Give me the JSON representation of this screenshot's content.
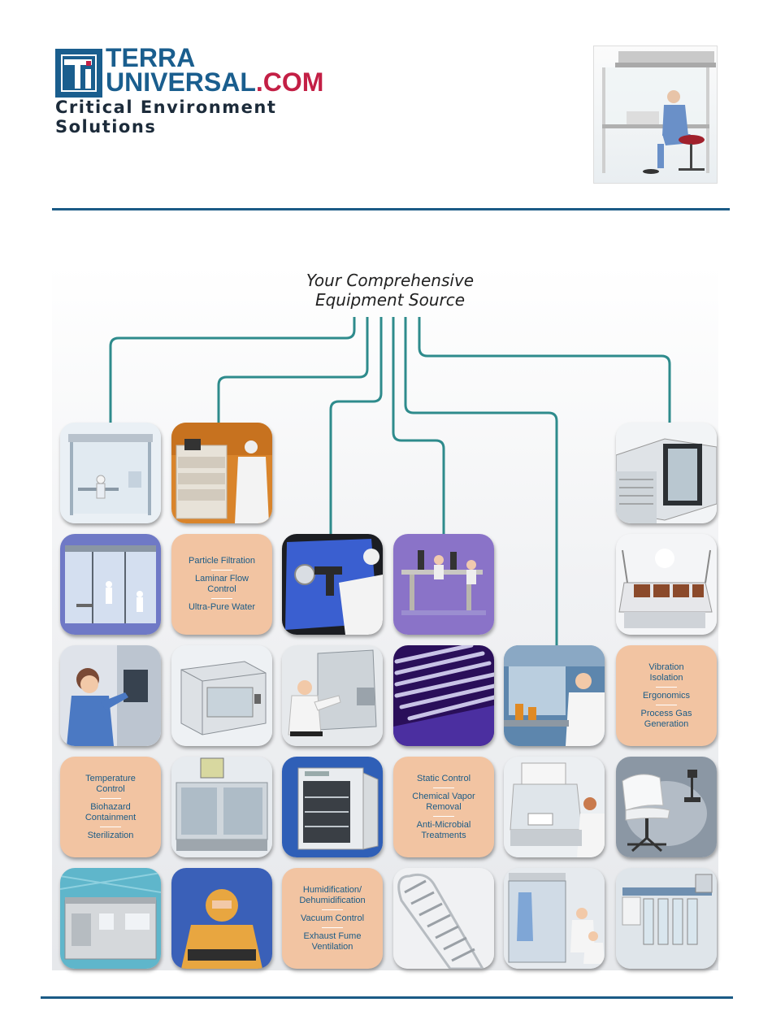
{
  "logo": {
    "line1": "TERRA",
    "line2a": "UNIVERSAL",
    "line2b": ".COM",
    "tagline": "Critical Environment Solutions"
  },
  "headline": {
    "line1": "Your Comprehensive",
    "line2": "Equipment Source"
  },
  "colors": {
    "brand_blue": "#1b5b86",
    "brand_red": "#c31f45",
    "tile_peach": "#f2c4a2",
    "connector_teal": "#2e8b8c"
  },
  "text_tiles": {
    "filtration": [
      "Particle Filtration",
      "Laminar Flow Control",
      "Ultra-Pure Water"
    ],
    "vibration": [
      "Vibration Isolation",
      "Ergonomics",
      "Process Gas Generation"
    ],
    "temperature": [
      "Temperature Control",
      "Biohazard Containment",
      "Sterilization"
    ],
    "static": [
      "Static Control",
      "Chemical Vapor Removal",
      "Anti-Microbial Treatments"
    ],
    "humidity": [
      "Humidification/ Dehumidification",
      "Vacuum Control",
      "Exhaust Fume Ventilation"
    ]
  }
}
